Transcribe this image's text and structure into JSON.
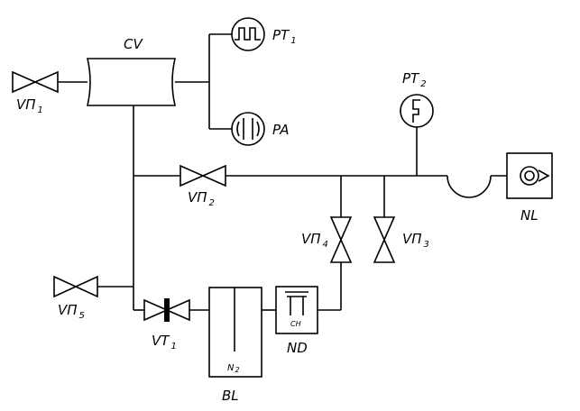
{
  "diagram": {
    "labels": {
      "cv": "CV",
      "vp1_main": "VП",
      "vp1_sub": "1",
      "pt1_main": "PT",
      "pt1_sub": "1",
      "pa": "PA",
      "pt2_main": "PT",
      "pt2_sub": "2",
      "vp2_main": "VП",
      "vp2_sub": "2",
      "vp3_main": "VП",
      "vp3_sub": "3",
      "vp4_main": "VП",
      "vp4_sub": "4",
      "vp5_main": "VП",
      "vp5_sub": "5",
      "vt1_main": "VT",
      "vt1_sub": "1",
      "nl": "NL",
      "nd": "ND",
      "bl": "BL",
      "bl_gas_main": "N",
      "bl_gas_sub": "2",
      "nd_inner": "CH"
    }
  }
}
